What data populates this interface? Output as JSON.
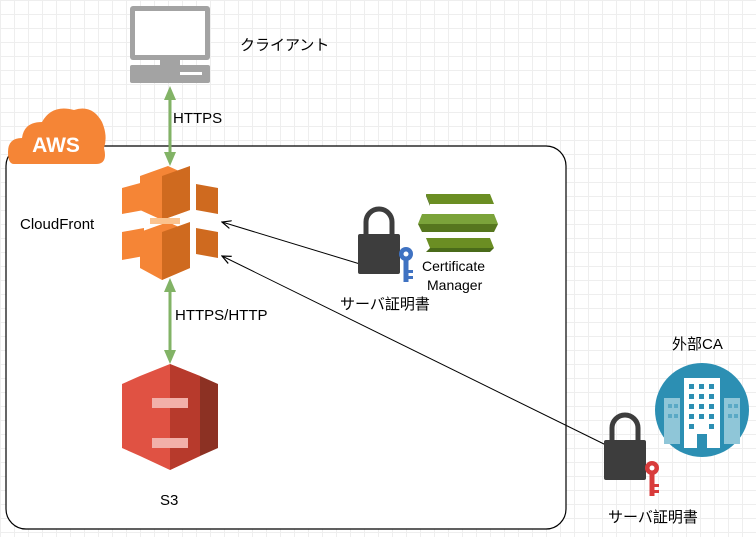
{
  "client": {
    "label": "クライアント"
  },
  "aws": {
    "badge": "AWS"
  },
  "cloudfront": {
    "label": "CloudFront"
  },
  "s3": {
    "label": "S3"
  },
  "acm": {
    "line1": "Certificate",
    "line2": "Manager"
  },
  "external_ca": {
    "label": "外部CA"
  },
  "connections": {
    "client_to_cloudfront": "HTTPS",
    "cloudfront_to_s3": "HTTPS/HTTP"
  },
  "certificates": {
    "acm_cert_label": "サーバ証明書",
    "external_cert_label": "サーバ証明書"
  },
  "colors": {
    "connector_green": "#82b366",
    "cloudfront_orange": "#f58536",
    "s3_red": "#e05243",
    "acm_green": "#6b8e23",
    "lock_gray": "#3d3d3d",
    "key_blue": "#3f72c2",
    "key_red": "#d83b3b",
    "ca_teal": "#2c8fb3"
  },
  "icons": [
    "monitor-icon",
    "aws-cloud-icon",
    "cloudfront-icon",
    "s3-icon",
    "lock-icon",
    "key-icon",
    "certificate-manager-icon",
    "building-icon"
  ]
}
